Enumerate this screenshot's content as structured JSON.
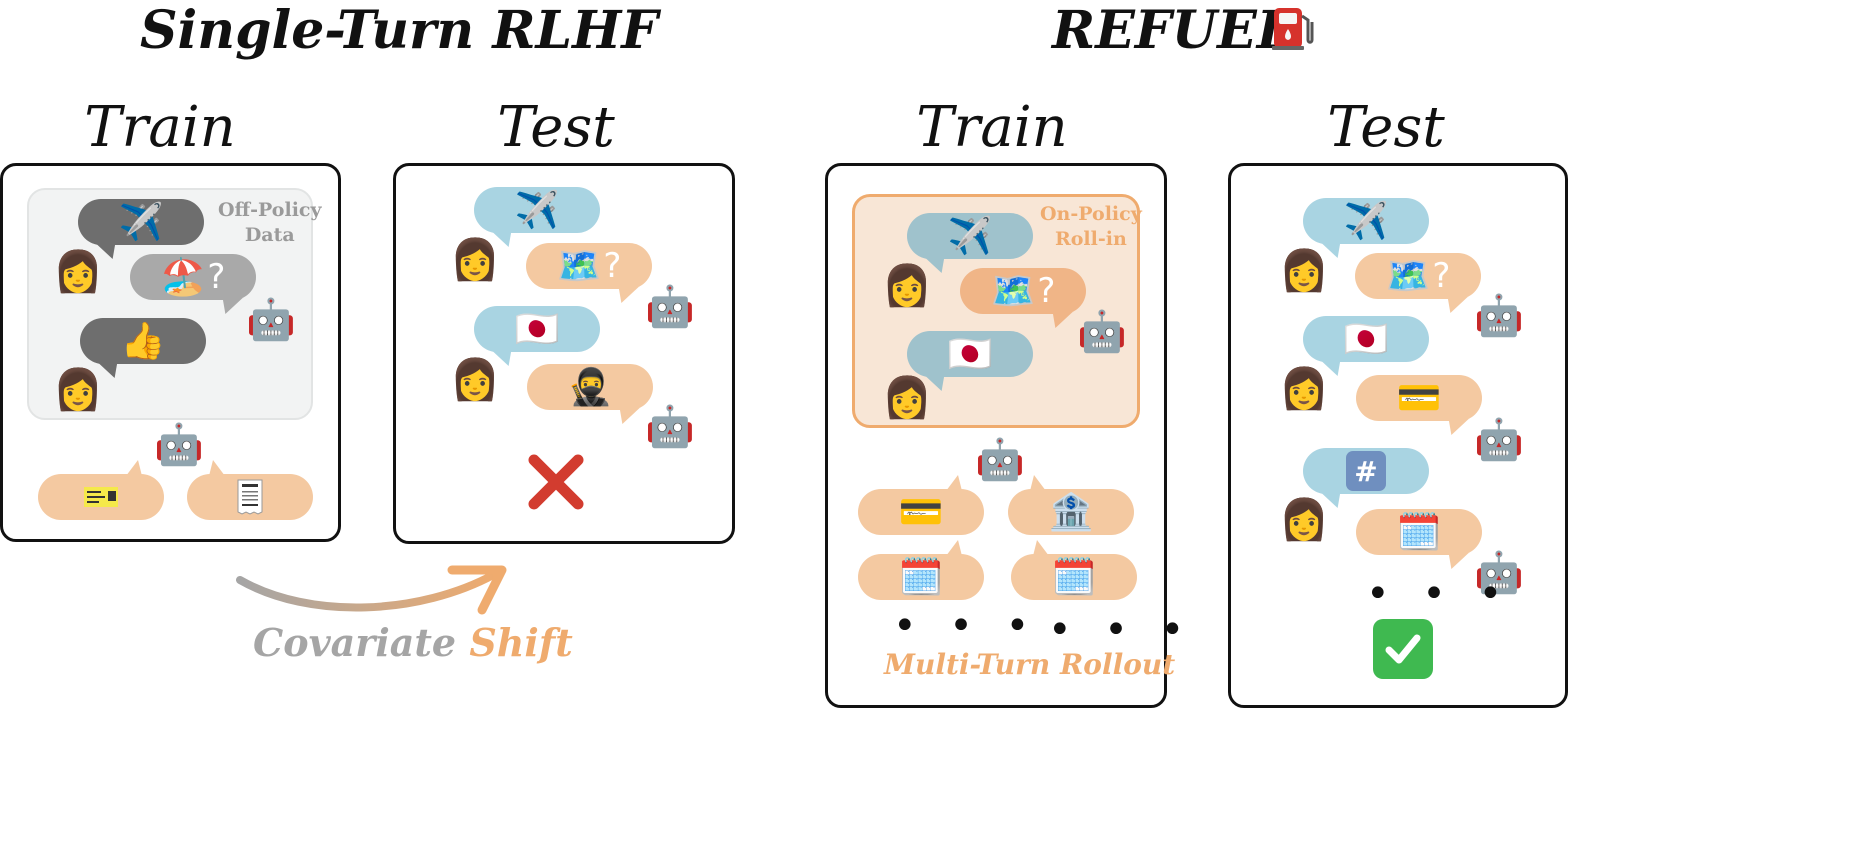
{
  "titles": {
    "left": "Single-Turn RLHF",
    "right": "REFUEL",
    "right_icon": "fuel-pump-icon"
  },
  "headings": {
    "train": "Train",
    "test": "Test"
  },
  "labels": {
    "off_policy": "Off-Policy\nData",
    "on_policy": "On-Policy\nRoll-in",
    "multi_turn": "Multi-Turn Rollout",
    "covariate_a": "Covariate ",
    "covariate_b": "Shift",
    "question_mark": "?",
    "ellipsis": "• • •",
    "hash": "#"
  },
  "icons": {
    "user": "woman-icon",
    "assistant": "robot-icon",
    "plane": "airplane-icon",
    "beach": "beach-icon",
    "thumbs": "thumbs-up-icon",
    "ticket": "concert-ticket-icon",
    "receipt": "receipt-icon",
    "map": "map-icon",
    "flag": "japan-flag-icon",
    "ninja": "ninja-icon",
    "cross": "cross-mark-icon",
    "card": "credit-card-icon",
    "bank": "bank-icon",
    "calendar": "calendar-icon",
    "check": "check-mark-icon"
  },
  "colors": {
    "user_bubble": "#a9d4e2",
    "assistant_bubble": "#f4c9a1",
    "off_policy_text": "#9a9a9a",
    "accent_orange": "#efab6e",
    "shift_gray": "#a5a5a5",
    "error_red": "#d23c2f",
    "success_green": "#3fb950"
  }
}
